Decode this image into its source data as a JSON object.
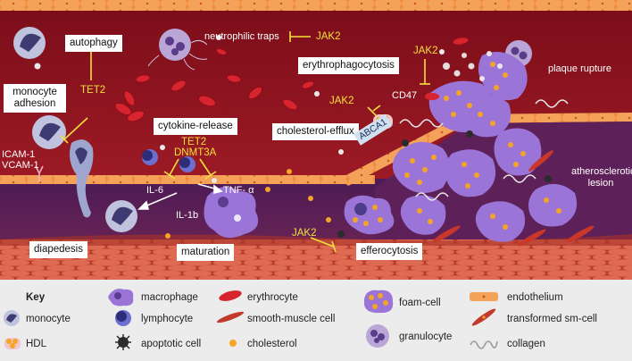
{
  "diagram": {
    "labels": {
      "autophagy": "autophagy",
      "monocyte_adhesion": "monocyte adhesion",
      "tet2_left": "TET2",
      "icam": "ICAM-1",
      "vcam": "VCAM-1",
      "neutrophilic_traps": "neutrophilic traps",
      "jak2_traps": "JAK2",
      "cytokine_release": "cytokine-release",
      "tet2_center": "TET2",
      "dnmt3a": "DNMT3A",
      "il6": "IL-6",
      "il1b": "IL-1b",
      "tnf": "TNF- α",
      "maturation": "maturation",
      "diapedesis": "diapedesis",
      "erythrophagocytosis": "erythrophagocytosis",
      "jak2_ery": "JAK2",
      "cd47": "CD47",
      "jak2_chol": "JAK2",
      "cholesterol_efflux": "cholesterol-efflux",
      "abca1": "ABCA1",
      "plaque_rupture": "plaque rupture",
      "atherosclerotic_lesion": "atherosclerotic lesion",
      "jak2_eff": "JAK2",
      "efferocytosis": "efferocytosis"
    },
    "colors": {
      "vessel_lumen": "#8e1320",
      "intima": "#5a1f54",
      "endothelium": "#e8843a",
      "smooth_muscle": "#c23a2c",
      "macrophage": "#9b74d8",
      "monocyte": "#3d3a70",
      "label_yellow": "#f2e13a",
      "legend_bg": "#ececec"
    }
  },
  "legend": {
    "title": "Key",
    "items": {
      "monocyte": "monocyte",
      "hdl": "HDL",
      "macrophage": "macrophage",
      "lymphocyte": "lymphocyte",
      "apoptotic": "apoptotic cell",
      "erythrocyte": "erythrocyte",
      "smc": "smooth-muscle cell",
      "cholesterol": "cholesterol",
      "foam": "foam-cell",
      "granulocyte": "granulocyte",
      "endothelium": "endothelium",
      "tsm": "transformed sm-cell",
      "collagen": "collagen"
    }
  }
}
